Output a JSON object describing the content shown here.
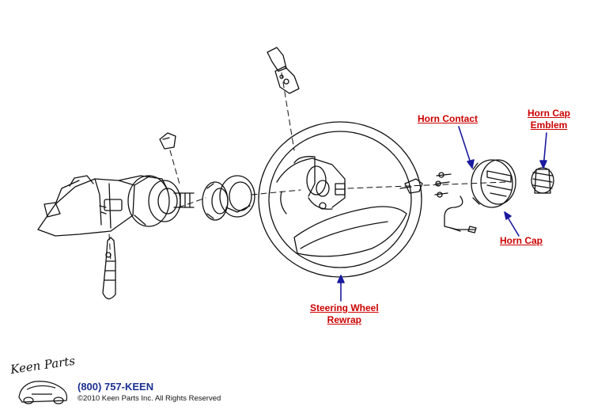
{
  "callouts": {
    "horn_contact": "Horn Contact",
    "horn_cap_emblem_line1": "Horn Cap",
    "horn_cap_emblem_line2": "Emblem",
    "horn_cap": "Horn Cap",
    "steering_wheel_line1": "Steering Wheel",
    "steering_wheel_line2": "Rewrap"
  },
  "logo": {
    "script_text": "Keen Parts"
  },
  "footer": {
    "phone": "(800) 757-KEEN",
    "copyright": "©2010 Keen Parts Inc. All Rights Reserved"
  },
  "colors": {
    "callout": "#cc0000",
    "leader": "#1a1a9e",
    "line_art": "#111111",
    "phone": "#1a2f8f"
  }
}
